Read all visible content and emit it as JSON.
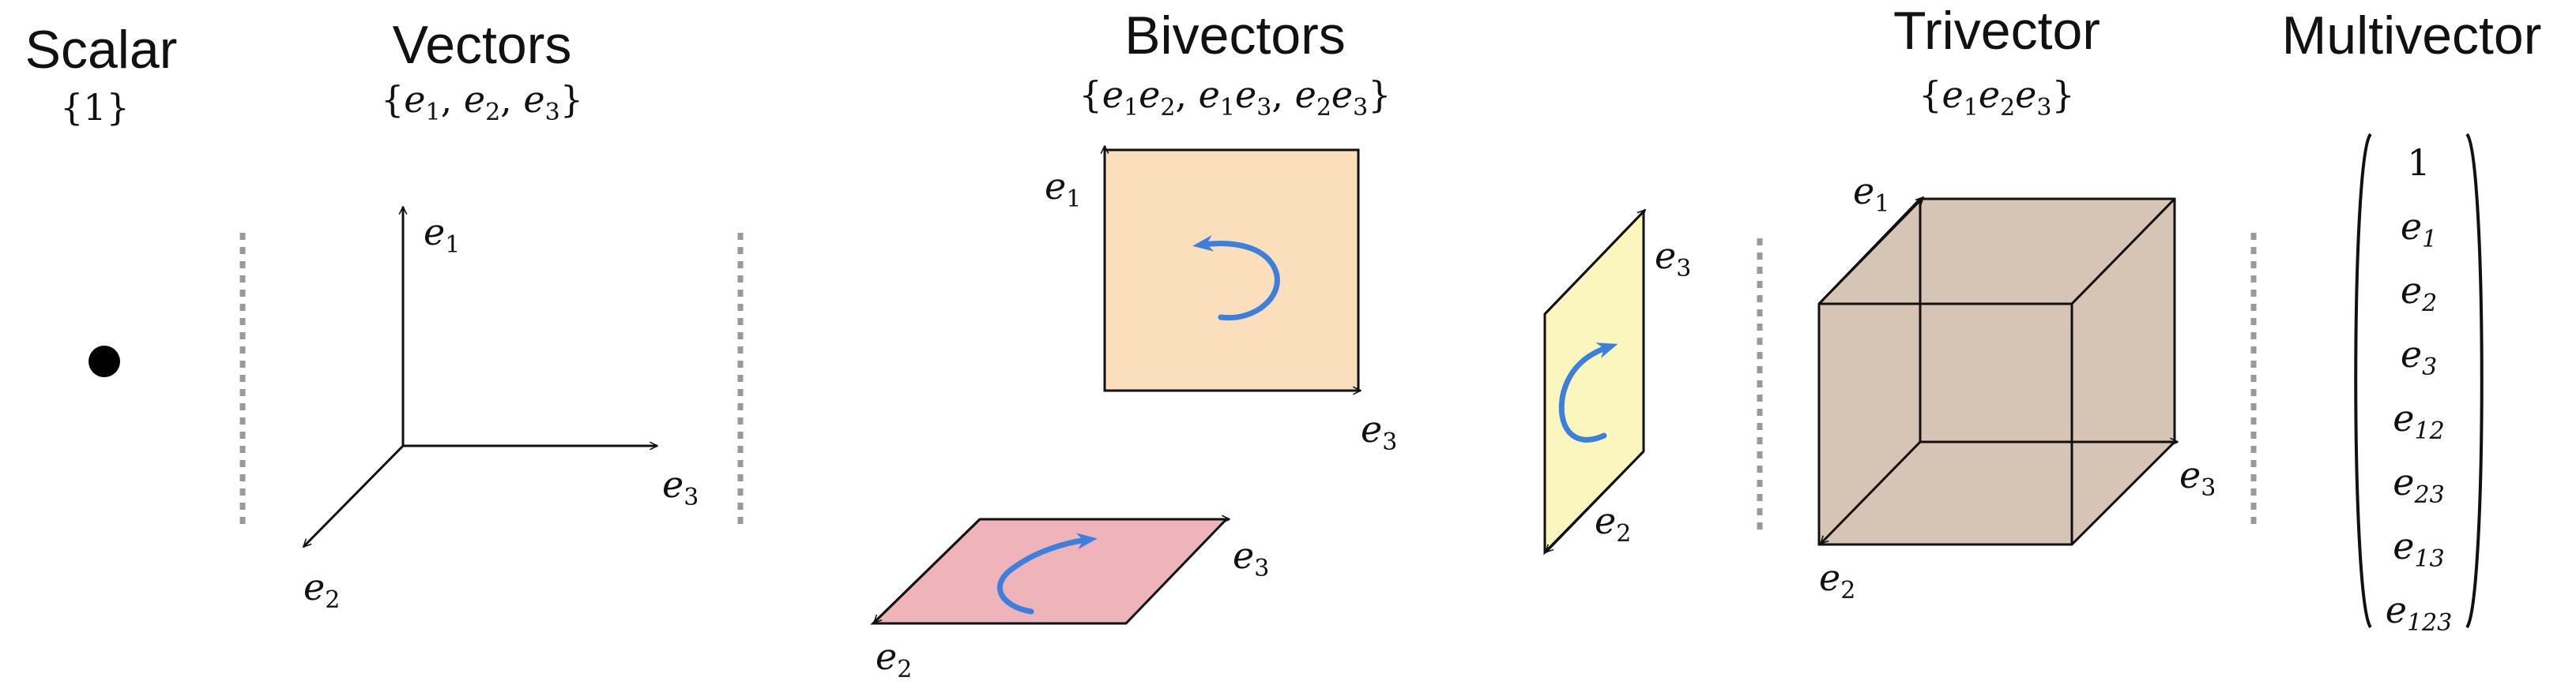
{
  "sections": {
    "scalar": {
      "title": "Scalar",
      "basis": "{1}"
    },
    "vectors": {
      "title": "Vectors",
      "basis_parts": [
        "e",
        "1",
        ", ",
        "e",
        "2",
        ", ",
        "e",
        "3"
      ]
    },
    "bivectors": {
      "title": "Bivectors",
      "basis_parts": [
        "e",
        "1",
        "e",
        "2",
        ", ",
        "e",
        "1",
        "e",
        "3",
        ", ",
        "e",
        "2",
        "e",
        "3"
      ]
    },
    "trivector": {
      "title": "Trivector",
      "basis_parts": [
        "e",
        "1",
        "e",
        "2",
        "e",
        "3"
      ]
    },
    "multivector": {
      "title": "Multivector"
    }
  },
  "axis_labels": {
    "vector": {
      "e1": {
        "base": "e",
        "sub": "1"
      },
      "e2": {
        "base": "e",
        "sub": "2"
      },
      "e3": {
        "base": "e",
        "sub": "3"
      }
    },
    "biv_square": {
      "a": {
        "base": "e",
        "sub": "1"
      },
      "b": {
        "base": "e",
        "sub": "3"
      }
    },
    "biv_parallel": {
      "a": {
        "base": "e",
        "sub": "2"
      },
      "b": {
        "base": "e",
        "sub": "3"
      }
    },
    "biv_vertical": {
      "a": {
        "base": "e",
        "sub": "3"
      },
      "b": {
        "base": "e",
        "sub": "2"
      }
    },
    "cube": {
      "e1": {
        "base": "e",
        "sub": "1"
      },
      "e2": {
        "base": "e",
        "sub": "2"
      },
      "e3": {
        "base": "e",
        "sub": "3"
      }
    }
  },
  "multivector_entries": [
    {
      "base": "1",
      "sub": ""
    },
    {
      "base": "e",
      "sub": "1"
    },
    {
      "base": "e",
      "sub": "2"
    },
    {
      "base": "e",
      "sub": "3"
    },
    {
      "base": "e",
      "sub": "12"
    },
    {
      "base": "e",
      "sub": "23"
    },
    {
      "base": "e",
      "sub": "13"
    },
    {
      "base": "e",
      "sub": "123"
    }
  ],
  "colors": {
    "square_fill": "#fbdfbd",
    "parallelogram_fill": "#efb4ba",
    "vertical_fill": "#fbf6bd",
    "cube_fill": "#d6c5b5",
    "rotation_arrow": "#3c7fdc",
    "separator": "#999999",
    "ink": "#111111"
  }
}
